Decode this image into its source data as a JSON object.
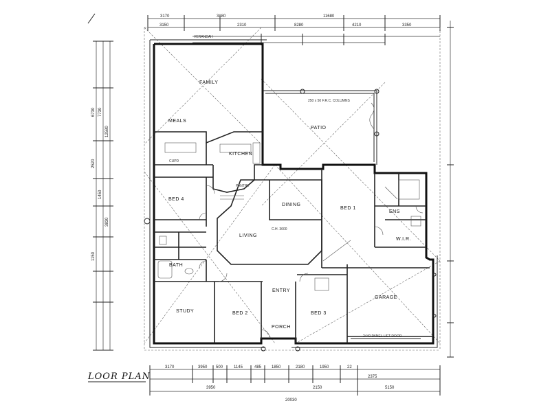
{
  "title": "LOOR PLAN",
  "rooms": [
    {
      "id": "family",
      "name": "FAMILY"
    },
    {
      "id": "meals",
      "name": "MEALS"
    },
    {
      "id": "patio",
      "name": "PATIO"
    },
    {
      "id": "kitchen",
      "name": "KITCHEN"
    },
    {
      "id": "bed4",
      "name": "BED 4"
    },
    {
      "id": "bed1",
      "name": "BED 1"
    },
    {
      "id": "dining",
      "name": "DINING"
    },
    {
      "id": "living",
      "name": "LIVING"
    },
    {
      "id": "bath",
      "name": "BATH"
    },
    {
      "id": "study",
      "name": "STUDY"
    },
    {
      "id": "bed2",
      "name": "BED 2"
    },
    {
      "id": "bed3",
      "name": "BED 3"
    },
    {
      "id": "garage",
      "name": "GARAGE"
    },
    {
      "id": "porch",
      "name": "PORCH"
    },
    {
      "id": "ens",
      "name": "ENS"
    },
    {
      "id": "wir",
      "name": "W.I.R."
    },
    {
      "id": "entry",
      "name": "ENTRY"
    },
    {
      "id": "pantry",
      "name": "PANTRY"
    },
    {
      "id": "verandah",
      "name": "VERANDAH"
    },
    {
      "id": "cupd",
      "name": "CUPD"
    }
  ],
  "dims_top_outer": [
    "3170",
    "3180",
    "11680"
  ],
  "dims_top_inner": [
    "3150",
    "2310",
    "8280",
    "4210",
    "3350"
  ],
  "dims_bottom": [
    "3170",
    "3950",
    "500",
    "1145",
    "485",
    "1850",
    "2180",
    "1950",
    "22",
    "2375"
  ],
  "dims_bottom_total": [
    "20030",
    "3950",
    "2150",
    "5150"
  ],
  "dims_left": [
    "6730",
    "7730",
    "12580",
    "2520",
    "1450",
    "3830",
    "1150"
  ],
  "notes": {
    "pergola": "250 x 50 F.R.C. COLUMNS",
    "ceiling": "C.H. 3600",
    "garage_door": "2440 PANEL LIFT DOOR"
  }
}
